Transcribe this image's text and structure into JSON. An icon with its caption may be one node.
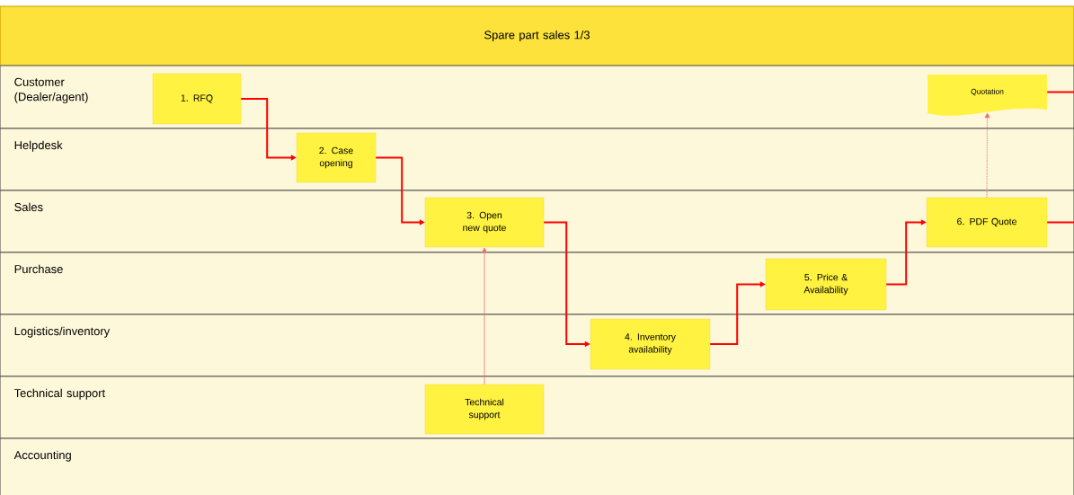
{
  "diagram": {
    "nodes": [
      {
        "text": [
          "Spare part sales 1/3"
        ]
      },
      {
        "text": [
          "Customer (Dealer/agent)"
        ]
      },
      {
        "text": [
          "1. RFQ"
        ],
        "in": 1
      },
      {
        "text": [
          "Quotation"
        ],
        "in": 1
      },
      {
        "text": [
          "Helpdesk"
        ]
      },
      {
        "text": [
          "2. Case opening"
        ],
        "in": 4
      },
      {
        "text": [
          "Sales"
        ]
      },
      {
        "text": [
          "3. Open new quote"
        ],
        "in": 6
      },
      {
        "text": [
          "6. PDF Quote"
        ],
        "in": 6
      },
      {
        "text": [
          "Purchase"
        ]
      },
      {
        "text": [
          "5. Price & Availability"
        ],
        "in": 9
      },
      {
        "text": [
          "Logistics/inventory"
        ]
      },
      {
        "text": [
          "4. Inventory availability"
        ],
        "in": 11
      },
      {
        "text": [
          "Technical support"
        ]
      },
      {
        "text": [
          "Technical support"
        ],
        "in": 13
      },
      {
        "text": [
          "Accounting"
        ]
      }
    ],
    "edges": [
      {
        "from": 2,
        "to": 5,
        "arrow": "to"
      },
      {
        "from": 5,
        "to": 7,
        "arrow": "to"
      },
      {
        "from": 7,
        "to": 12,
        "arrow": "to"
      },
      {
        "from": 12,
        "to": 10,
        "arrow": "to"
      },
      {
        "from": 10,
        "to": 8,
        "arrow": "to"
      },
      {
        "from": 14,
        "to": 7,
        "arrow": "to",
        "color": "#f07070"
      },
      {
        "from": 8,
        "to": 3,
        "arrow": "to",
        "style": "dashed",
        "color": "#f07070"
      },
      {
        "from": 3,
        "to": null,
        "arrow": "none"
      },
      {
        "from": 8,
        "to": null,
        "arrow": "none"
      }
    ]
  }
}
